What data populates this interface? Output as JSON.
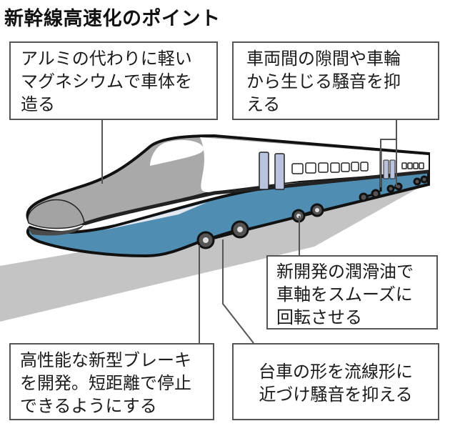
{
  "title": "新幹線高速化のポイント",
  "callouts": [
    {
      "id": "magnesium-body",
      "lines": [
        "アルミの代わりに軽い",
        "マグネシウムで車体を",
        "造る"
      ]
    },
    {
      "id": "noise-between-cars",
      "lines": [
        "車両間の隙間や車輪",
        "から生じる騒音を抑",
        "える"
      ]
    },
    {
      "id": "lubricant-axle",
      "lines": [
        "新開発の潤滑油で",
        "車軸をスムーズに",
        "回転させる"
      ]
    },
    {
      "id": "brake",
      "lines": [
        "高性能な新型ブレーキ",
        "を開発。短距離で停止",
        "できるようにする"
      ]
    },
    {
      "id": "bogie-streamline",
      "lines": [
        "台車の形を流線形に",
        "近づけ騒音を抑える"
      ]
    }
  ],
  "colors": {
    "body_blue": "#4f8db3",
    "body_gray": "#a9a9a9",
    "ground_gray": "#c4c4c4",
    "window_blue": "#b9c3de",
    "outline": "#111111",
    "leader_line": "#555555"
  }
}
